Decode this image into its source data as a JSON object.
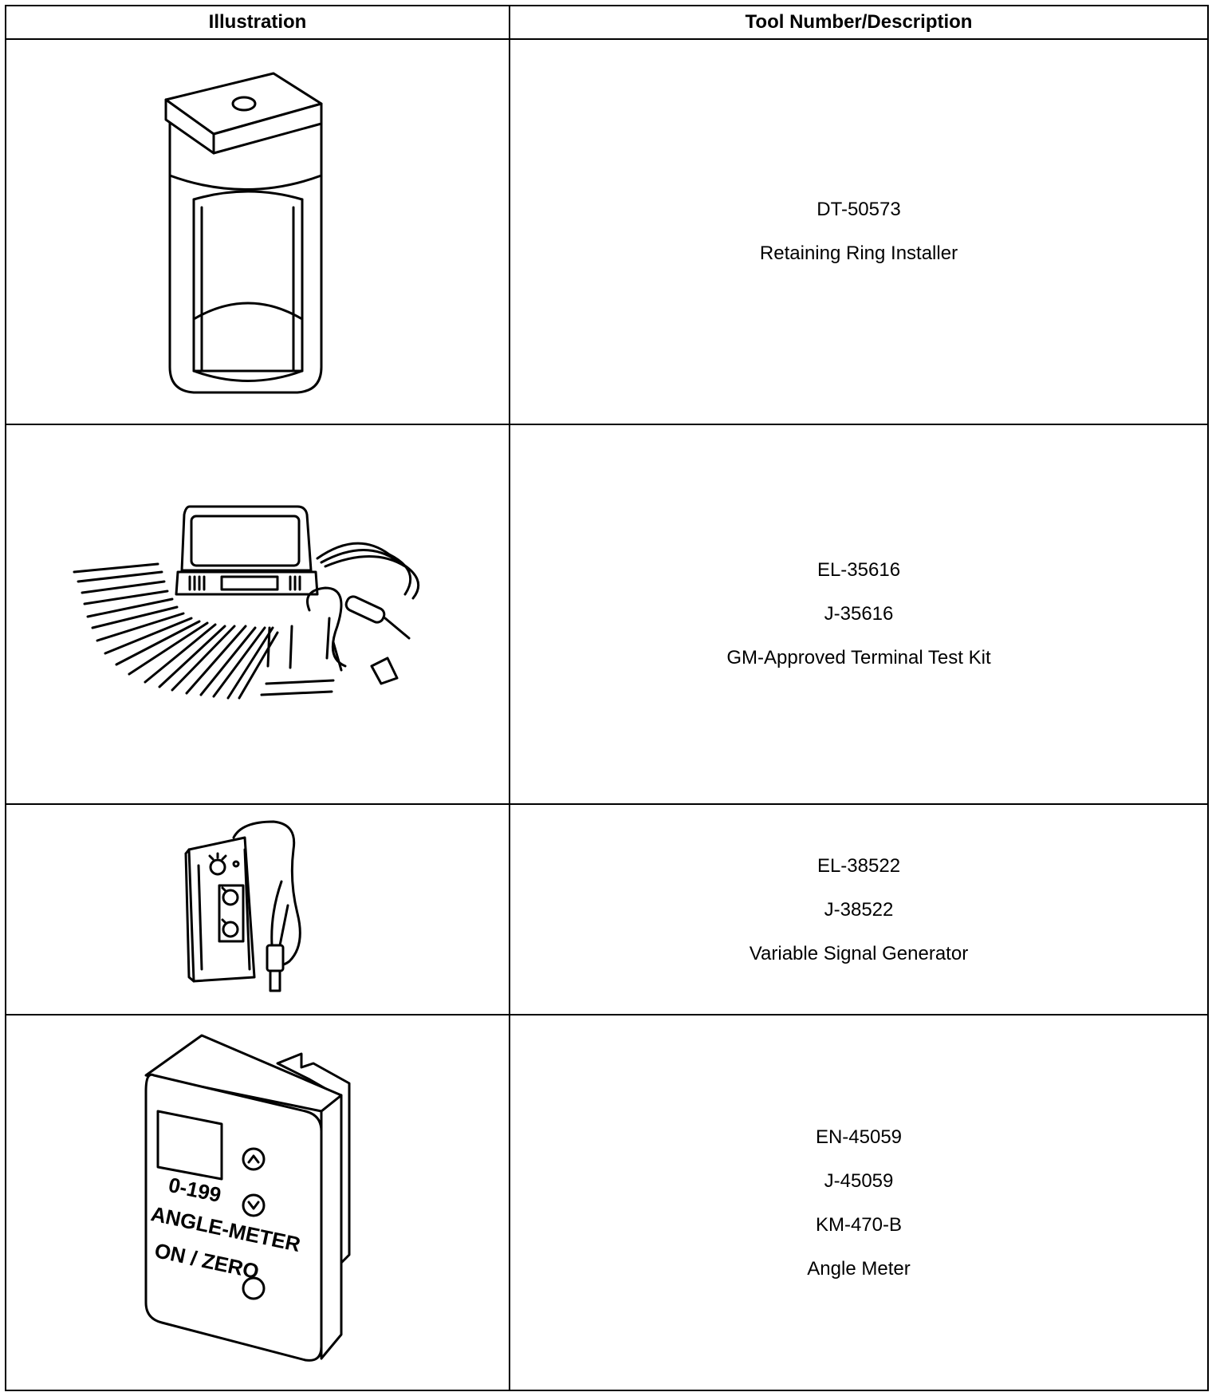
{
  "table": {
    "headers": [
      "Illustration",
      "Tool Number/Description"
    ],
    "rows": [
      {
        "illustration": "retaining-ring-installer-drawing",
        "lines": [
          "DT-50573",
          "Retaining Ring Installer"
        ]
      },
      {
        "illustration": "terminal-test-kit-drawing",
        "lines": [
          "EL-35616",
          "J-35616",
          "GM-Approved Terminal Test Kit"
        ]
      },
      {
        "illustration": "variable-signal-generator-drawing",
        "lines": [
          "EL-38522",
          "J-38522",
          "Variable Signal Generator"
        ]
      },
      {
        "illustration": "angle-meter-drawing",
        "lines": [
          "EN-45059",
          "J-45059",
          "KM-470-B",
          "Angle Meter"
        ],
        "device_text": [
          "0-199",
          "ANGLE-METER",
          "ON / ZERO"
        ]
      }
    ]
  }
}
